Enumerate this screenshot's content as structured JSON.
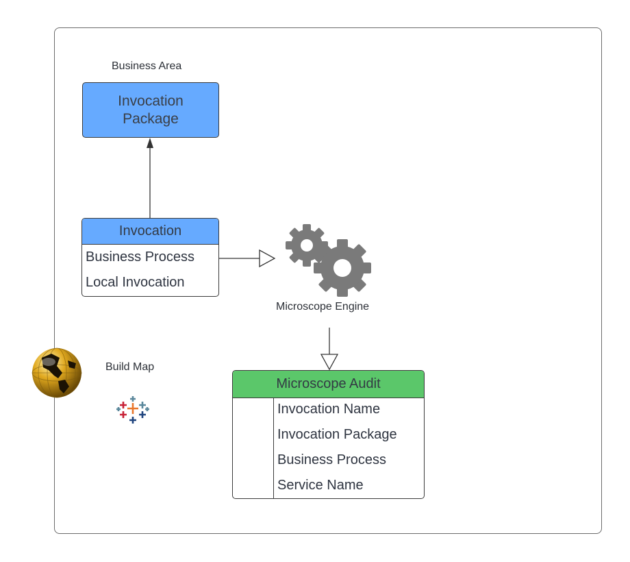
{
  "diagram": {
    "labels": {
      "business_area": "Business Area",
      "build_map": "Build Map",
      "engine": "Microscope Engine"
    },
    "invocation_package": {
      "title": "Invocation Package"
    },
    "invocation": {
      "title": "Invocation",
      "rows": [
        "Business Process",
        "Local Invocation"
      ]
    },
    "audit": {
      "title": "Microscope Audit",
      "rows": [
        "Invocation Name",
        "Invocation Package",
        "Business Process",
        "Service Name"
      ]
    },
    "icons": [
      "globe-icon",
      "tableau-icon",
      "gears-icon"
    ],
    "colors": {
      "blue": "#66aaff",
      "green": "#5bc76a",
      "gear": "#7a7a7a"
    }
  }
}
